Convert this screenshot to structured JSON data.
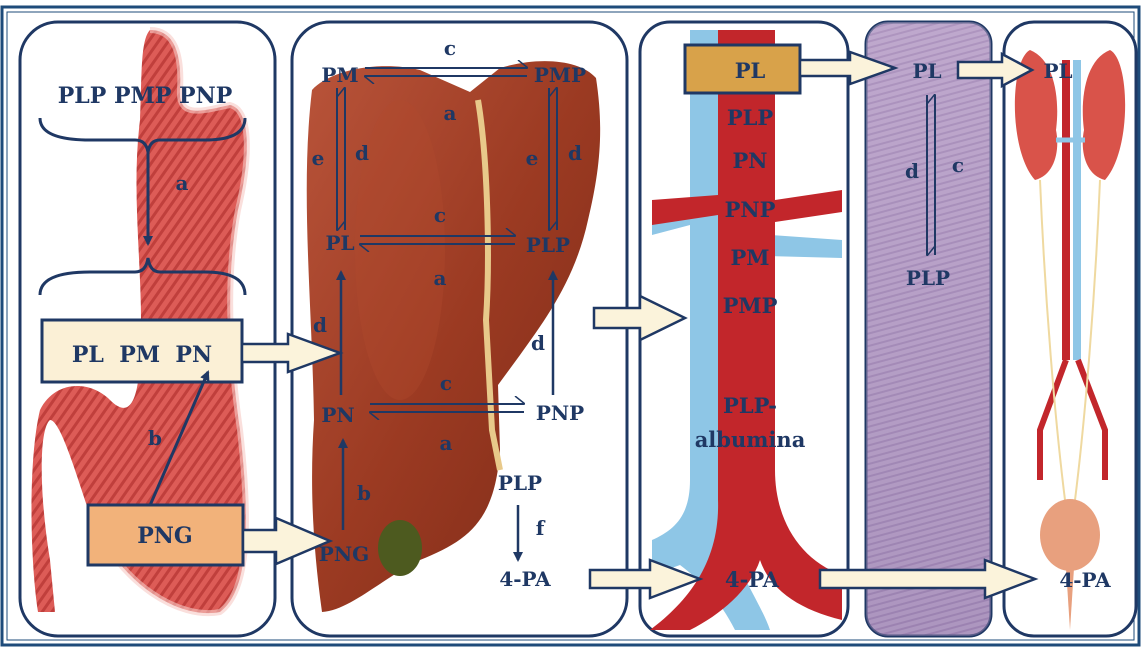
{
  "colors": {
    "navy": "#1f3864",
    "frame_blue": "#1e4b7a",
    "stomach_red": "#c8302c",
    "liver_brown": "#9a3b22",
    "vein_blue": "#8ec6e6",
    "artery_red": "#c2262b",
    "tissue_purple": "#a38bb5",
    "box_fill": "#fbf0d6",
    "arrow_fill": "#fbf3db"
  },
  "stomach": {
    "top_group": "PLP PMP PNP",
    "a": "a",
    "box_label": "PL  PM  PN",
    "b": "b",
    "png_box": "PNG"
  },
  "liver": {
    "pm": "PM",
    "pmp": "PMP",
    "pl": "PL",
    "plp": "PLP",
    "pn": "PN",
    "pnp": "PNP",
    "png": "PNG",
    "c1": "c",
    "a1": "a",
    "e1": "e",
    "d1": "d",
    "e2": "e",
    "d2": "d",
    "c2": "c",
    "a2": "a",
    "d3": "d",
    "d4": "d",
    "c3": "c",
    "a3": "a",
    "b": "b",
    "plp_bottom": "PLP",
    "f": "f",
    "pa": "4-PA"
  },
  "blood": {
    "items": [
      "PL",
      "PLP",
      "PN",
      "PNP",
      "PM",
      "PMP",
      "PLP-",
      "albumina"
    ],
    "pa": "4-PA"
  },
  "tissue": {
    "pl": "PL",
    "d": "d",
    "c": "c",
    "plp": "PLP"
  },
  "kidney": {
    "pl": "PL",
    "pa": "4-PA"
  }
}
